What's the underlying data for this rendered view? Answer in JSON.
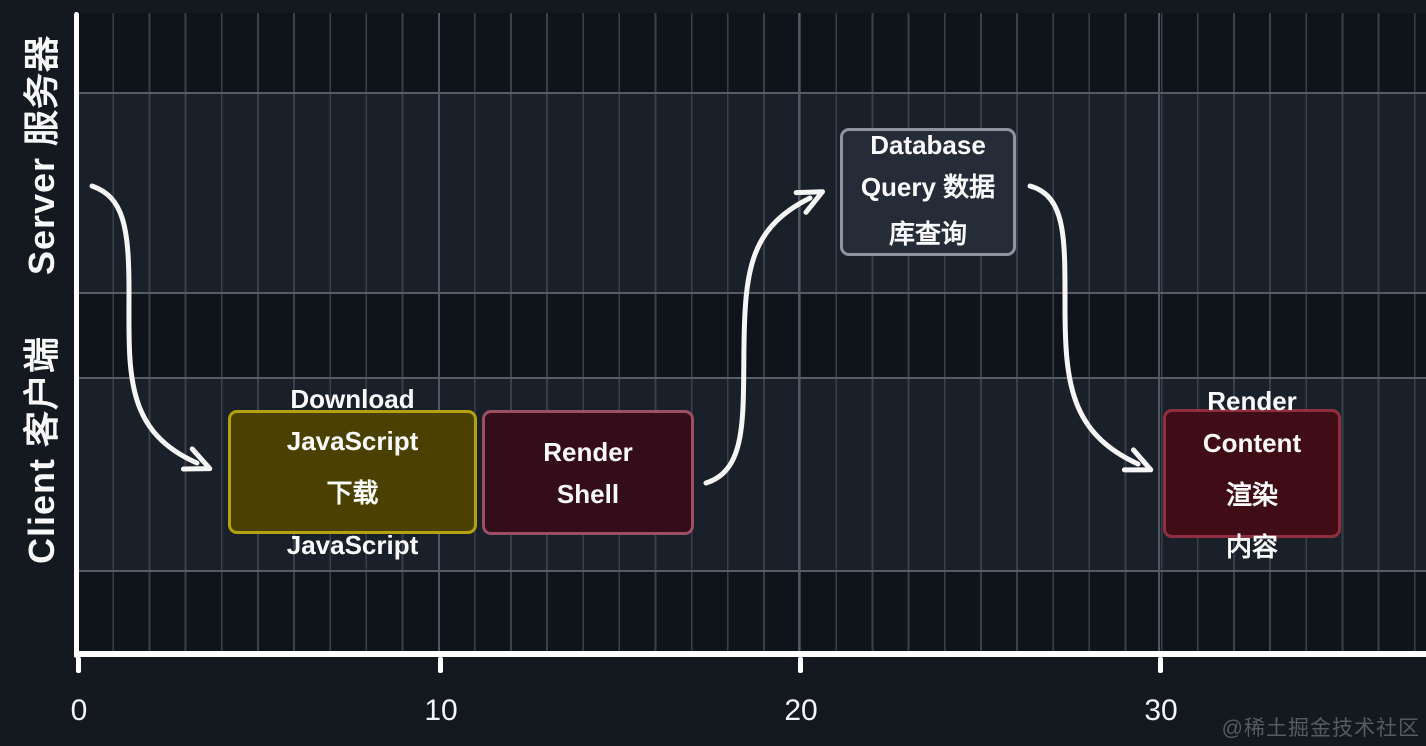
{
  "lane_axis": {
    "server_label": "Server 服务器",
    "client_label": "Client 客户端"
  },
  "x_axis": {
    "tick_labels": [
      "0",
      "10",
      "20",
      "30"
    ]
  },
  "tasks": {
    "download": {
      "lines": [
        "Download",
        "JavaScript",
        "下载",
        "JavaScript"
      ]
    },
    "render_shell": {
      "lines": [
        "Render",
        "Shell"
      ]
    },
    "database": {
      "lines": [
        "Database",
        "Query 数据",
        "库查询"
      ]
    },
    "render_content": {
      "lines": [
        "Render",
        "Content",
        "渲染",
        "内容"
      ]
    }
  },
  "watermark": "@稀土掘金技术社区",
  "colors": {
    "background": "#14181f",
    "plot_background": "#0f141b",
    "lane_stripe": "#1a202a",
    "grid_minor": "#39404a",
    "grid_major": "#505763",
    "axis": "#ffffff",
    "arrow": "#f5f5f5",
    "download_fill": "#4a4100",
    "download_border": "#b4a10b",
    "render_shell_fill": "#350d1a",
    "render_shell_border": "#9b5064",
    "database_fill": "#262b38",
    "database_border": "#9094a2",
    "render_content_fill": "#400d17",
    "render_content_border": "#8f2e3f",
    "watermark": "#565b62"
  },
  "chart_data": {
    "type": "bar",
    "variant": "gantt-timeline",
    "title": "",
    "xlabel": "",
    "ylabel": "",
    "xlim": [
      0,
      37.2
    ],
    "x_ticks": [
      0,
      10,
      20,
      30
    ],
    "grid": true,
    "grid_minor_interval": 1,
    "grid_major_interval": 10,
    "legend_position": "none",
    "lanes": [
      "Server 服务器",
      "Client 客户端"
    ],
    "bars": [
      {
        "label": "Download JavaScript 下载 JavaScript",
        "lane": "Client 客户端",
        "start": 4.1,
        "end": 11.0,
        "fill": "#4a4100",
        "border": "#b4a10b"
      },
      {
        "label": "Render Shell",
        "lane": "Client 客户端",
        "start": 11.2,
        "end": 17.0,
        "fill": "#350d1a",
        "border": "#9b5064"
      },
      {
        "label": "Database Query 数据库查询",
        "lane": "Server 服务器",
        "start": 21.0,
        "end": 25.9,
        "fill": "#262b38",
        "border": "#9094a2"
      },
      {
        "label": "Render Content 渲染内容",
        "lane": "Client 客户端",
        "start": 30.0,
        "end": 34.9,
        "fill": "#400d17",
        "border": "#8f2e3f"
      }
    ],
    "arrows": [
      {
        "from": "timeline start (Server lane, x=0.4)",
        "to": "Download JavaScript bar (Client lane)"
      },
      {
        "from": "Render Shell bar (Client lane)",
        "to": "Database Query bar (Server lane)"
      },
      {
        "from": "Database Query bar (Server lane)",
        "to": "Render Content bar (Client lane)"
      }
    ]
  }
}
